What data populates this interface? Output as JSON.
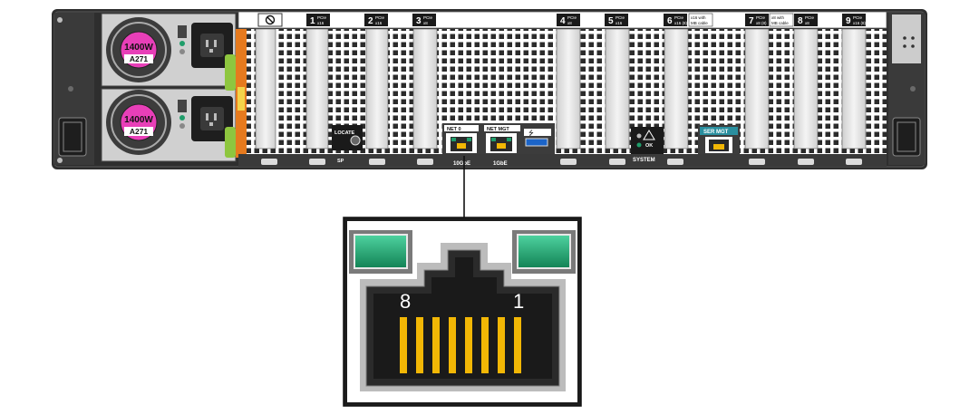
{
  "psu": [
    {
      "wattage": "1400W",
      "model": "A271"
    },
    {
      "wattage": "1400W",
      "model": "A271"
    }
  ],
  "slots": [
    {
      "num": "1",
      "type": "PCIe",
      "lanes": "x16"
    },
    {
      "num": "2",
      "type": "PCIe",
      "lanes": "x16"
    },
    {
      "num": "3",
      "type": "PCIe",
      "lanes": "x8"
    },
    {
      "num": "4",
      "type": "PCIe",
      "lanes": "x8"
    },
    {
      "num": "5",
      "type": "PCIe",
      "lanes": "x16"
    },
    {
      "num": "6",
      "type": "PCIe",
      "lanes": "x16 (8)",
      "note": "x16 with",
      "note2": "MB cable"
    },
    {
      "num": "7",
      "type": "PCIe",
      "lanes": "x8 (8)",
      "note": "x8 with",
      "note2": "MB cable"
    },
    {
      "num": "8",
      "type": "PCIe",
      "lanes": "x8"
    },
    {
      "num": "9",
      "type": "PCIe",
      "lanes": "x16 (8)"
    }
  ],
  "labels": {
    "locate": "LOCATE",
    "sp": "SP",
    "net0": "NET 0",
    "net0_speed": "10GbE",
    "net_mgt": "NET MGT",
    "net_mgt_speed": "1GbE",
    "system": "SYSTEM",
    "ok": "OK",
    "ser_mgt": "SER MGT"
  },
  "rj45": {
    "pin_left": "8",
    "pin_right": "1"
  },
  "colors": {
    "chassis": "#2e2e2e",
    "psu_badge": "#e83fb8",
    "led_green": "#1f9d6a",
    "pin_gold": "#f2b705",
    "ser_mgt_teal": "#2a8f9f"
  }
}
